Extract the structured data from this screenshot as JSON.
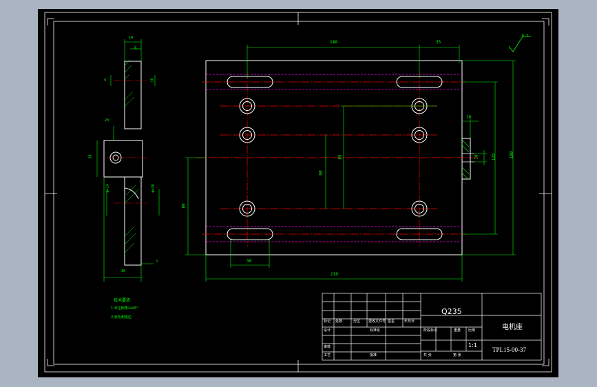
{
  "dimensions": {
    "top_140": "140",
    "top_35": "35",
    "side_14": "14",
    "side_8": "8",
    "side_9": "9",
    "side_16": "16",
    "side_20": "20",
    "side_30": "30",
    "side_phi14": "φ=14",
    "side_phi20": "φ=20",
    "side_30_bottom": "30",
    "side_5": "5",
    "right_10": "10",
    "right_10b": "10",
    "right_125": "125",
    "right_180": "180",
    "mid_85": "85",
    "mid_60": "60",
    "left_80": "80",
    "bottom_30": "30",
    "bottom_210": "210",
    "roughness": "6.3"
  },
  "tech_requirements": {
    "title": "技术要求",
    "item1": "1.未注倒角2x45°",
    "item2": "2.去毛刺锐边"
  },
  "title_block": {
    "material": "Q235",
    "part_name": "电机座",
    "drawing_no": "TPL15-00-37",
    "scale": "1:1",
    "labels": {
      "mark": "标记",
      "count": "处数",
      "zone": "分区",
      "doc_no": "更改文件号",
      "signature": "签名",
      "date": "年月日",
      "design": "设计",
      "standardize": "标准化",
      "review": "审核",
      "process": "工艺",
      "approve": "批准",
      "stage_mark": "阶段标记",
      "weight": "重量",
      "scale_label": "比例",
      "sheets": "共 张",
      "sheet": "第 张"
    }
  },
  "colors": {
    "background": "#000000",
    "outline": "#ffffff",
    "dimension": "#00ff00",
    "centerline": "#ff0000",
    "hidden": "#ff00ff",
    "hatch": "#00ff00"
  }
}
